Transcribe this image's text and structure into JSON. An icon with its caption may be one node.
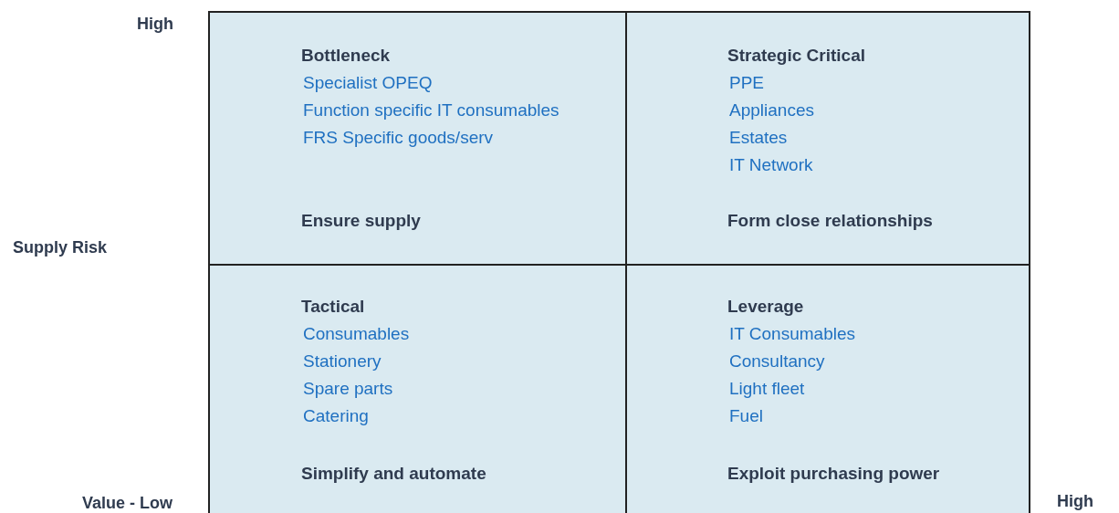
{
  "diagram": {
    "nodes": [
      {
        "text": [
          "Bottleneck",
          "Specialist OPEQ",
          "Function specific IT consumables",
          "FRS Specific goods/serv",
          "Ensure supply"
        ]
      },
      {
        "text": [
          "Strategic Critical",
          "PPE",
          "Appliances",
          "Estates",
          "IT Network",
          "Form close relationships"
        ]
      },
      {
        "text": [
          "Tactical",
          "Consumables",
          "Stationery",
          "Spare parts",
          "Catering",
          "Simplify and automate"
        ]
      },
      {
        "text": [
          "Leverage",
          "IT Consumables",
          "Consultancy",
          "Light fleet",
          "Fuel",
          "Exploit purchasing power"
        ]
      }
    ],
    "labels": [
      "High",
      "Supply Risk",
      "Value - Low",
      "High"
    ]
  }
}
